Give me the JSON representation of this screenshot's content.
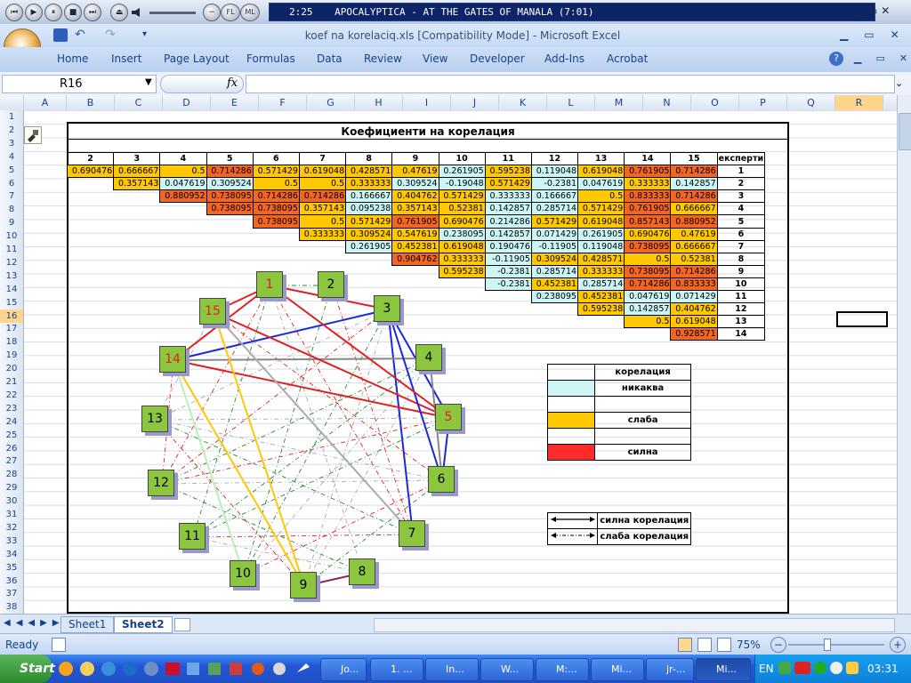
{
  "media_player": {
    "time": "2:25",
    "track": "APOCALYPTICA - AT THE GATES OF MANALA (7:01)",
    "buttons": [
      "FL",
      "ML"
    ]
  },
  "window": {
    "title": "koef na korelaciq.xls  [Compatibility Mode] - Microsoft Excel"
  },
  "ribbon_tabs": [
    "Home",
    "Insert",
    "Page Layout",
    "Formulas",
    "Data",
    "Review",
    "View",
    "Developer",
    "Add-Ins",
    "Acrobat"
  ],
  "formula_bar": {
    "name_box": "R16",
    "fx": "fx",
    "content": ""
  },
  "columns": [
    "A",
    "B",
    "C",
    "D",
    "E",
    "F",
    "G",
    "H",
    "I",
    "J",
    "K",
    "L",
    "M",
    "N",
    "O",
    "P",
    "Q",
    "R"
  ],
  "rows": [
    "1",
    "2",
    "3",
    "4",
    "5",
    "6",
    "7",
    "8",
    "9",
    "10",
    "11",
    "12",
    "13",
    "14",
    "15",
    "16",
    "17",
    "18",
    "19",
    "20",
    "21",
    "22",
    "23",
    "24",
    "25",
    "26",
    "27",
    "28",
    "29",
    "30",
    "31",
    "32",
    "33",
    "34",
    "35",
    "36",
    "37",
    "38"
  ],
  "sheet_title": "Коефициенти на корелация",
  "table": {
    "col_headers": [
      "2",
      "3",
      "4",
      "5",
      "6",
      "7",
      "8",
      "9",
      "10",
      "11",
      "12",
      "13",
      "14",
      "15",
      "експерти"
    ],
    "rows": [
      {
        "label": "1",
        "start": 0,
        "cells": [
          [
            "0.690476",
            "weak"
          ],
          [
            "0.666667",
            "weak"
          ],
          [
            "0.5",
            "weak"
          ],
          [
            "0.714286",
            "strong"
          ],
          [
            "0.571429",
            "weak"
          ],
          [
            "0.619048",
            "weak"
          ],
          [
            "0.428571",
            "weak"
          ],
          [
            "0.47619",
            "weak"
          ],
          [
            "0.261905",
            "none"
          ],
          [
            "0.595238",
            "weak"
          ],
          [
            "0.119048",
            "none"
          ],
          [
            "0.619048",
            "weak"
          ],
          [
            "0.761905",
            "strong"
          ],
          [
            "0.714286",
            "strong"
          ]
        ]
      },
      {
        "label": "2",
        "start": 1,
        "cells": [
          [
            "0.357143",
            "weak"
          ],
          [
            "0.047619",
            "none"
          ],
          [
            "0.309524",
            "none"
          ],
          [
            "0.5",
            "weak"
          ],
          [
            "0.5",
            "weak"
          ],
          [
            "0.333333",
            "weak"
          ],
          [
            "0.309524",
            "none"
          ],
          [
            "-0.19048",
            "none"
          ],
          [
            "0.571429",
            "weak"
          ],
          [
            "-0.2381",
            "none"
          ],
          [
            "0.047619",
            "none"
          ],
          [
            "0.333333",
            "weak"
          ],
          [
            "0.142857",
            "none"
          ]
        ]
      },
      {
        "label": "3",
        "start": 2,
        "cells": [
          [
            "0.880952",
            "strong"
          ],
          [
            "0.738095",
            "strong"
          ],
          [
            "0.714286",
            "strong"
          ],
          [
            "0.714286",
            "strong"
          ],
          [
            "0.166667",
            "none"
          ],
          [
            "0.404762",
            "weak"
          ],
          [
            "0.571429",
            "weak"
          ],
          [
            "0.333333",
            "none"
          ],
          [
            "0.166667",
            "none"
          ],
          [
            "0.5",
            "weak"
          ],
          [
            "0.833333",
            "strong"
          ],
          [
            "0.714286",
            "strong"
          ]
        ]
      },
      {
        "label": "4",
        "start": 3,
        "cells": [
          [
            "0.738095",
            "strong"
          ],
          [
            "0.738095",
            "strong"
          ],
          [
            "0.357143",
            "weak"
          ],
          [
            "0.095238",
            "none"
          ],
          [
            "0.357143",
            "weak"
          ],
          [
            "0.52381",
            "weak"
          ],
          [
            "0.142857",
            "none"
          ],
          [
            "0.285714",
            "none"
          ],
          [
            "0.571429",
            "weak"
          ],
          [
            "0.761905",
            "strong"
          ],
          [
            "0.666667",
            "weak"
          ]
        ]
      },
      {
        "label": "5",
        "start": 4,
        "cells": [
          [
            "0.738095",
            "strong"
          ],
          [
            "0.5",
            "weak"
          ],
          [
            "0.571429",
            "weak"
          ],
          [
            "0.761905",
            "strong"
          ],
          [
            "0.690476",
            "weak"
          ],
          [
            "0.214286",
            "none"
          ],
          [
            "0.571429",
            "weak"
          ],
          [
            "0.619048",
            "weak"
          ],
          [
            "0.857143",
            "strong"
          ],
          [
            "0.880952",
            "strong"
          ]
        ]
      },
      {
        "label": "6",
        "start": 5,
        "cells": [
          [
            "0.333333",
            "weak"
          ],
          [
            "0.309524",
            "weak"
          ],
          [
            "0.547619",
            "weak"
          ],
          [
            "0.238095",
            "none"
          ],
          [
            "0.142857",
            "none"
          ],
          [
            "0.071429",
            "none"
          ],
          [
            "0.261905",
            "none"
          ],
          [
            "0.690476",
            "weak"
          ],
          [
            "0.47619",
            "weak"
          ]
        ]
      },
      {
        "label": "7",
        "start": 6,
        "cells": [
          [
            "0.261905",
            "none"
          ],
          [
            "0.452381",
            "weak"
          ],
          [
            "0.619048",
            "weak"
          ],
          [
            "0.190476",
            "none"
          ],
          [
            "-0.11905",
            "none"
          ],
          [
            "0.119048",
            "none"
          ],
          [
            "0.738095",
            "strong"
          ],
          [
            "0.666667",
            "weak"
          ]
        ]
      },
      {
        "label": "8",
        "start": 7,
        "cells": [
          [
            "0.904762",
            "strong"
          ],
          [
            "0.333333",
            "weak"
          ],
          [
            "-0.11905",
            "none"
          ],
          [
            "0.309524",
            "weak"
          ],
          [
            "0.428571",
            "weak"
          ],
          [
            "0.5",
            "weak"
          ],
          [
            "0.52381",
            "weak"
          ]
        ]
      },
      {
        "label": "9",
        "start": 8,
        "cells": [
          [
            "0.595238",
            "weak"
          ],
          [
            "-0.2381",
            "none"
          ],
          [
            "0.285714",
            "none"
          ],
          [
            "0.333333",
            "weak"
          ],
          [
            "0.738095",
            "strong"
          ],
          [
            "0.714286",
            "strong"
          ]
        ]
      },
      {
        "label": "10",
        "start": 9,
        "cells": [
          [
            "-0.2381",
            "none"
          ],
          [
            "0.452381",
            "weak"
          ],
          [
            "0.285714",
            "none"
          ],
          [
            "0.714286",
            "strong"
          ],
          [
            "0.833333",
            "strong"
          ]
        ]
      },
      {
        "label": "11",
        "start": 10,
        "cells": [
          [
            "0.238095",
            "none"
          ],
          [
            "0.452381",
            "weak"
          ],
          [
            "0.047619",
            "none"
          ],
          [
            "0.071429",
            "none"
          ]
        ]
      },
      {
        "label": "12",
        "start": 11,
        "cells": [
          [
            "0.595238",
            "weak"
          ],
          [
            "0.142857",
            "none"
          ],
          [
            "0.404762",
            "weak"
          ]
        ]
      },
      {
        "label": "13",
        "start": 12,
        "cells": [
          [
            "0.5",
            "weak"
          ],
          [
            "0.619048",
            "weak"
          ]
        ]
      },
      {
        "label": "14",
        "start": 13,
        "cells": [
          [
            "0.928571",
            "strong"
          ]
        ]
      }
    ]
  },
  "legend": {
    "header": "корелация",
    "items": [
      {
        "label": "никаква",
        "swatch": "none"
      },
      {
        "label": "",
        "swatch": "blank"
      },
      {
        "label": "слаба",
        "swatch": "weak"
      },
      {
        "label": "",
        "swatch": "blank"
      },
      {
        "label": "силна",
        "swatch": "red"
      }
    ],
    "lines": [
      {
        "label": "силна корелация",
        "style": "solid"
      },
      {
        "label": "слаба корелация",
        "style": "dashed"
      }
    ]
  },
  "nodes": [
    "1",
    "2",
    "3",
    "4",
    "5",
    "6",
    "7",
    "8",
    "9",
    "10",
    "11",
    "12",
    "13",
    "14",
    "15"
  ],
  "sheet_tabs": [
    "Sheet1",
    "Sheet2"
  ],
  "status": {
    "ready": "Ready",
    "zoom": "75%"
  },
  "taskbar": {
    "start": "Start",
    "tasks": [
      "Jo...",
      "1. ...",
      "In...",
      "W...",
      "M:...",
      "Mi...",
      "jr-...",
      "Mi..."
    ],
    "lang": "EN",
    "clock": "03:31"
  },
  "colors": {
    "none": "#ccf5f5",
    "weak": "#ffc800",
    "strong": "#f26522",
    "red": "#ff2a2a",
    "node": "#8cc63f"
  }
}
